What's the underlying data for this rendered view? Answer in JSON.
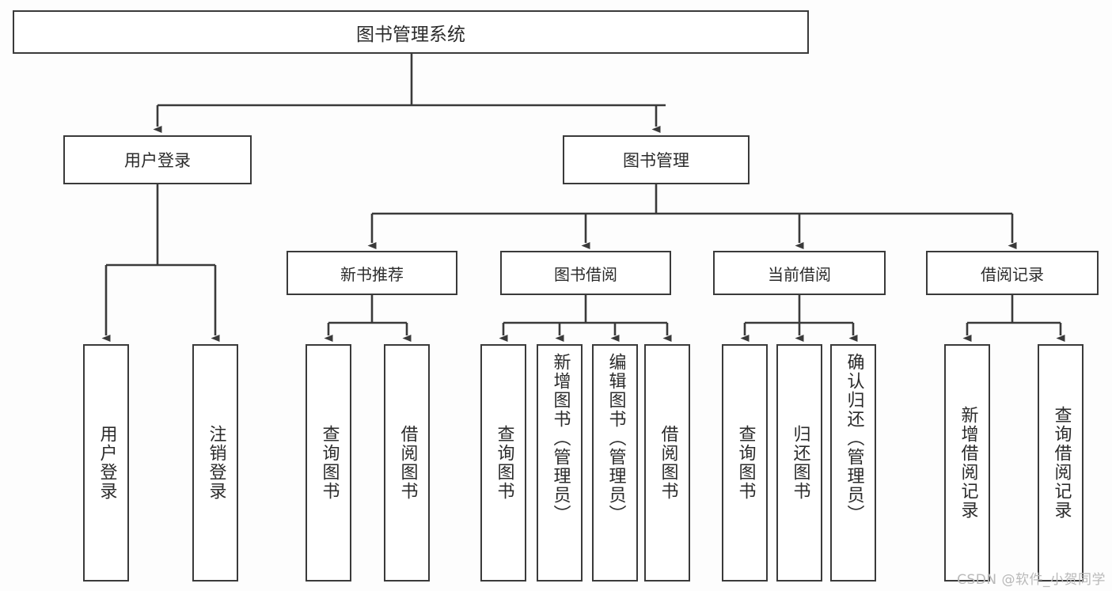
{
  "diagram": {
    "title": "图书管理系统",
    "type": "功能结构图",
    "watermark": "CSDN @软件_小贺同学",
    "colors": {
      "background": "#fdfdfd",
      "box_fill": "#ffffff",
      "box_stroke": "#3a3a3a",
      "text": "#2b2b2b",
      "watermark": "#b9b9b9"
    }
  },
  "nodes": {
    "root": {
      "label": "图书管理系统"
    },
    "level1": [
      {
        "id": "user-login",
        "label": "用户登录"
      },
      {
        "id": "book-manage",
        "label": "图书管理"
      }
    ],
    "level2": [
      {
        "id": "new-book-recommend",
        "label": "新书推荐"
      },
      {
        "id": "book-borrow",
        "label": "图书借阅"
      },
      {
        "id": "current-borrow",
        "label": "当前借阅"
      },
      {
        "id": "borrow-record",
        "label": "借阅记录"
      }
    ],
    "leaves": {
      "user_login": [
        {
          "id": "user-login-leaf",
          "label": "用户登录"
        },
        {
          "id": "user-logout-leaf",
          "label": "注销登录"
        }
      ],
      "new_book_recommend": [
        {
          "id": "query-book-1",
          "label": "查询图书"
        },
        {
          "id": "borrow-book-1",
          "label": "借阅图书"
        }
      ],
      "book_borrow": [
        {
          "id": "query-book-2",
          "label": "查询图书"
        },
        {
          "id": "add-book",
          "label": "新增图书（管理员）"
        },
        {
          "id": "edit-book",
          "label": "编辑图书（管理员）"
        },
        {
          "id": "borrow-book-2",
          "label": "借阅图书"
        }
      ],
      "current_borrow": [
        {
          "id": "query-book-3",
          "label": "查询图书"
        },
        {
          "id": "return-book",
          "label": "归还图书"
        },
        {
          "id": "confirm-return",
          "label": "确认归还（管理员）"
        }
      ],
      "borrow_record": [
        {
          "id": "add-borrow-record",
          "label": "新增借阅记录"
        },
        {
          "id": "query-borrow-record",
          "label": "查询借阅记录"
        }
      ]
    }
  }
}
